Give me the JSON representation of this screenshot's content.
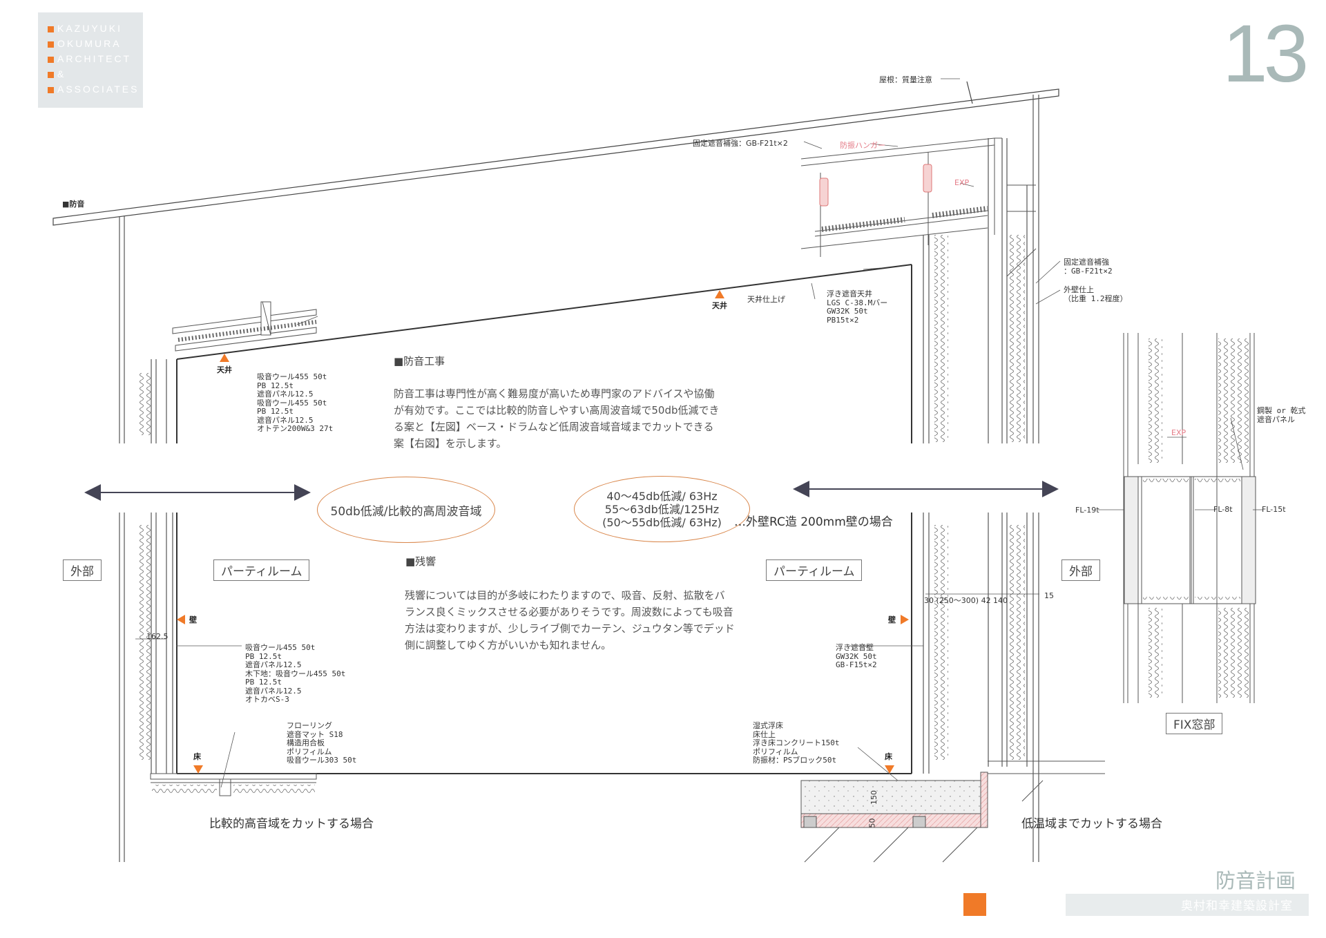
{
  "logo": {
    "lines": [
      "KAZUYUKI",
      "OKUMURA",
      "ARCHITECT",
      "&",
      "ASSOCIATES"
    ]
  },
  "page_number": "13",
  "footer": {
    "title": "防音計画",
    "subtitle": "奥村和幸建築設計室"
  },
  "colors": {
    "accent": "#f07a28",
    "pink_label": "#e47a86",
    "ellipse": "#d9864a",
    "gray_title": "#a9b9b8"
  },
  "sections": {
    "soundproof": {
      "heading": "■防音工事",
      "body": "防音工事は専門性が高く難易度が高いため専門家のアドバイスや協働が有効です。ここでは比較的防音しやすい高周波音域で50db低減できる案と【左図】ベース・ドラムなど低周波音域音域までカットできる案【右図】を示します。"
    },
    "reverb": {
      "heading": "■残響",
      "body": "残響については目的が多岐にわたりますので、吸音、反射、拡散をバランス良くミックスさせる必要がありそうです。周波数によっても吸音方法は変わりますが、少しライブ側でカーテン、ジュウタン等でデッド側に調整してゆく方がいいかも知れません。"
    }
  },
  "ellipses": {
    "left": "50db低減/比較的高周波音域",
    "right": [
      "40〜45db低減/ 63Hz",
      "55〜63db低減/125Hz",
      "(50〜55db低減/ 63Hz)"
    ]
  },
  "rc_note": "…外壁RC造 200mm壁の場合",
  "room_labels": {
    "outside_left": "外部",
    "party_left": "パーティルーム",
    "party_right": "パーティルーム",
    "outside_right": "外部",
    "fix_window": "FIX窓部"
  },
  "captions": {
    "left": "比較的高音域をカットする場合",
    "right": "低温域までカットする場合"
  },
  "markers": {
    "ceiling_left": "天井",
    "ceiling_right": "天井",
    "wall_left": "壁",
    "wall_right": "壁",
    "floor_left": "床",
    "floor_right": "床"
  },
  "labels": {
    "soundproof_tag": "■防音",
    "roof": "屋根：質量注意",
    "fixed_ceiling": "固定遮音補強：GB-F21t×2",
    "hanger": "防振ハンガー",
    "exp_top": "EXP",
    "exp_window": "EXP",
    "fixed_wall": "固定遮音補強\n：GB-F21t×2",
    "exterior_finish": "外壁仕上\n（比重 1.2程度）",
    "ceiling_finish": "天井仕上げ",
    "floating_ceiling": "浮き遮音天井\nLGS C-38.Mバー\nGW32K 50t\nPB15t×2",
    "ceiling_layers": "吸音ウール455 50t\nPB 12.5t\n遮音パネル12.5\n吸音ウール455 50t\nPB 12.5t\n遮音パネル12.5\nオトテン200W&3 27t",
    "wall_layers": "吸音ウール455 50t\nPB 12.5t\n遮音パネル12.5\n木下地：吸音ウール455 50t\nPB 12.5t\n遮音パネル12.5\nオトカベS-3",
    "floor_layers": "フローリング\n遮音マット S18\n構造用合板\nポリフィルム\n吸音ウール303 50t",
    "floating_wall": "浮き遮音壁\nGW32K 50t\nGB-F15t×2",
    "wet_floor": "湿式浮床\n床仕上\n浮き床コンクリート150t\nポリフィルム\n防振材：PSブロック50t",
    "glass_panel": "鋼製 or 乾式\n遮音パネル",
    "fl19": "FL-19t",
    "fl8": "FL-8t",
    "fl15": "FL-15t",
    "dim_1625": "162.5",
    "dim_wall": "30 (250〜300) 42 140",
    "dim_15": "15",
    "dim_150": "150",
    "dim_50": "50"
  }
}
